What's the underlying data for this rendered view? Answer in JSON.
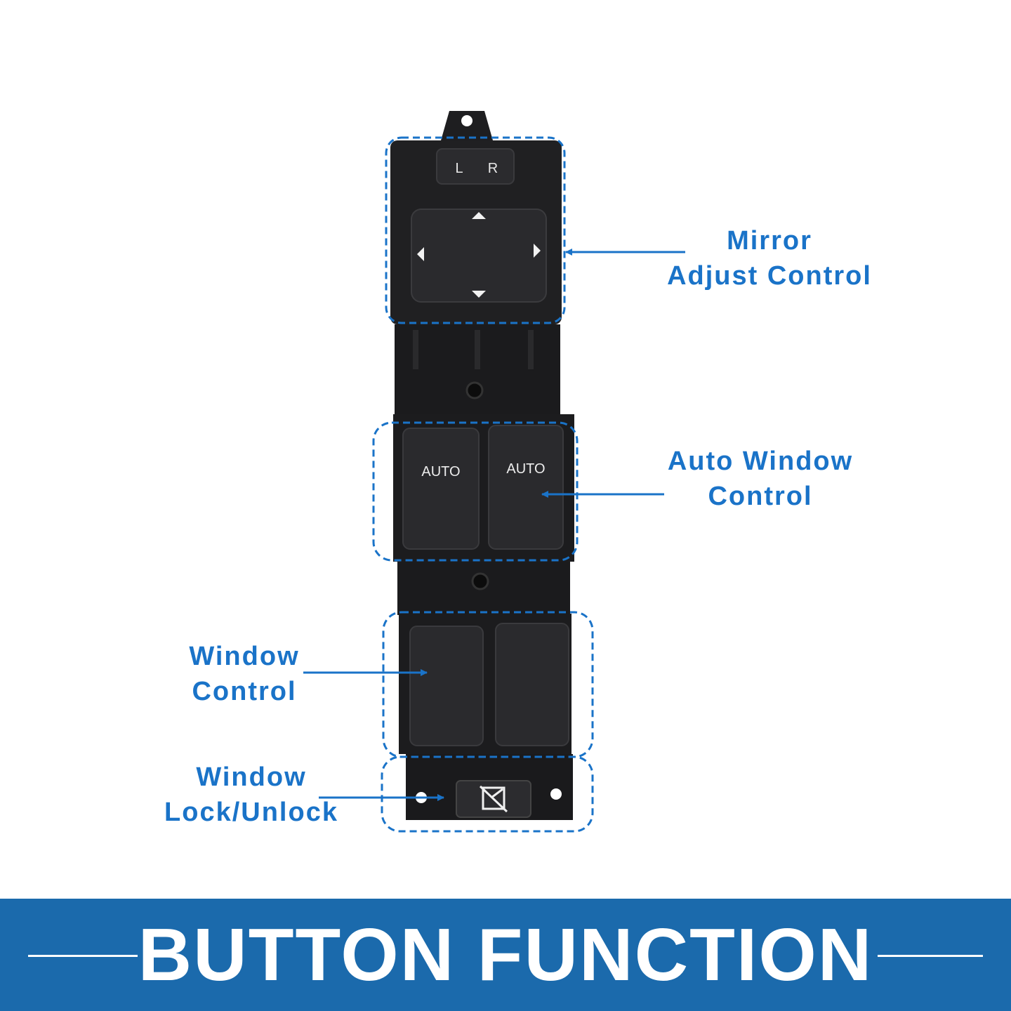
{
  "colors": {
    "accent": "#1a73c8",
    "banner": "#1b6aac",
    "panel": "#1d1d1f"
  },
  "mirror_switch": {
    "left": "L",
    "right": "R"
  },
  "auto_buttons": [
    "AUTO",
    "AUTO"
  ],
  "lock_icon": "window-lock-icon",
  "callouts": {
    "mirror": {
      "line1": "Mirror",
      "line2": "Adjust Control"
    },
    "auto_window": {
      "line1": "Auto Window",
      "line2": "Control"
    },
    "window": {
      "line1": "Window",
      "line2": "Control"
    },
    "lock": {
      "line1": "Window",
      "line2": "Lock/Unlock"
    }
  },
  "banner": {
    "title": "BUTTON FUNCTION"
  }
}
